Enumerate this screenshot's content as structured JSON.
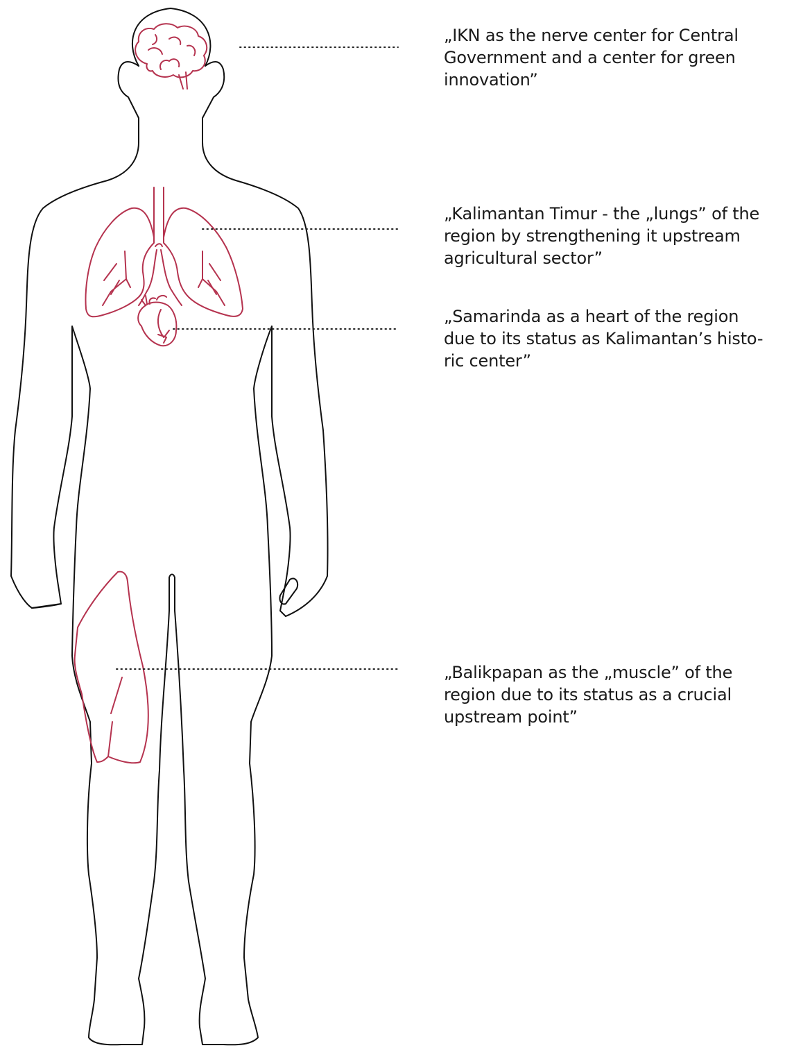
{
  "colors": {
    "outline": "#111111",
    "organ": "#b5334f",
    "leader": "#222222",
    "text": "#1a1a1a"
  },
  "annotations": [
    {
      "organ": "brain",
      "lines": [
        "„IKN as the nerve center for Central",
        "Government and a center for green",
        "innovation”"
      ]
    },
    {
      "organ": "lungs",
      "lines": [
        "„Kalimantan Timur - the „lungs” of the",
        "region by strengthening it upstream",
        "agricultural sector”"
      ]
    },
    {
      "organ": "heart",
      "lines": [
        "„Samarinda as a heart of the region",
        "due to its status as Kalimantan’s histo-",
        "ric center”"
      ]
    },
    {
      "organ": "muscle",
      "lines": [
        "„Balikpapan as the „muscle” of the",
        "region due to its status as a crucial",
        "upstream point”"
      ]
    }
  ]
}
